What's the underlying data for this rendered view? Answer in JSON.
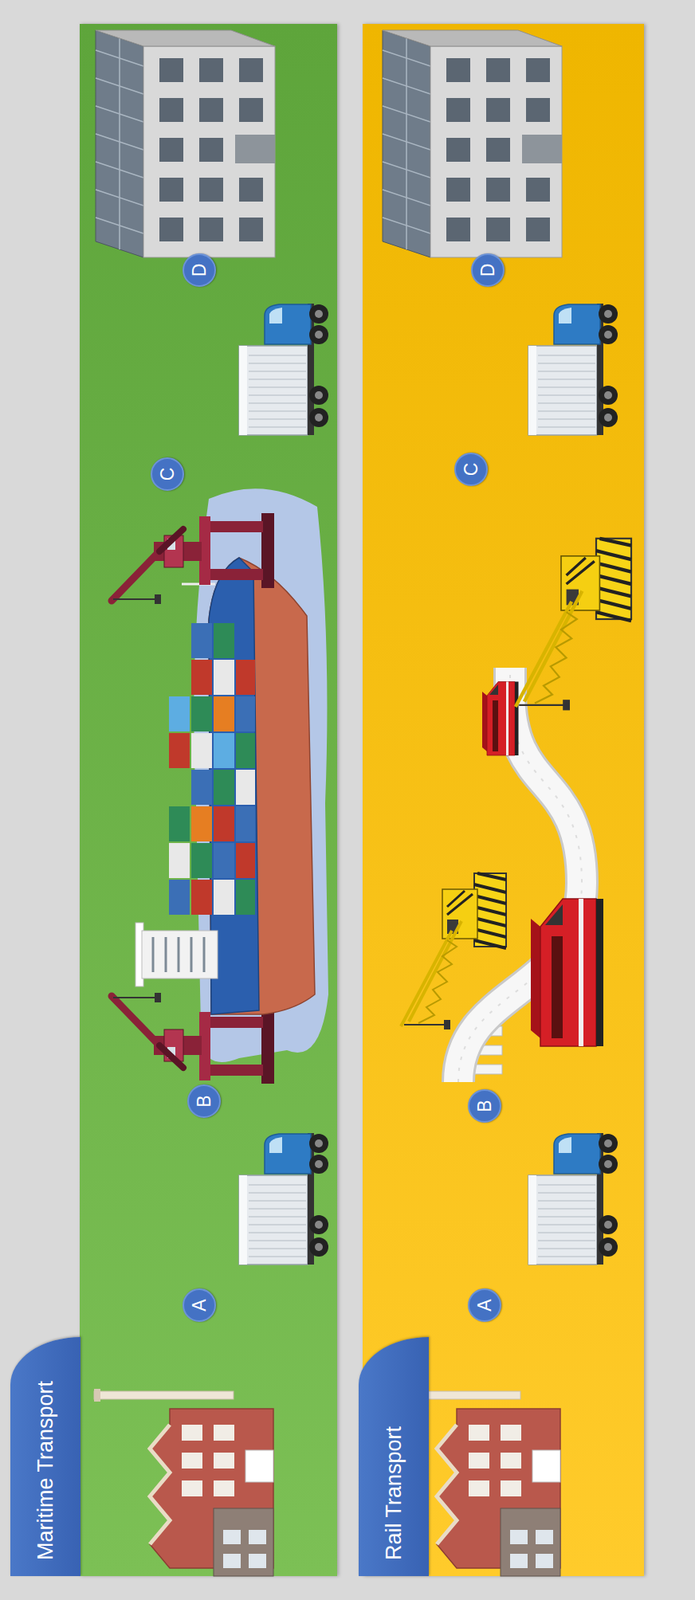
{
  "diagram": {
    "nodes": [
      {
        "text": [
          "Maritime Transport"
        ]
      },
      {
        "text": [
          "A"
        ],
        "in": 0
      },
      {
        "text": [
          "B"
        ],
        "in": 0
      },
      {
        "text": [
          "C"
        ],
        "in": 0
      },
      {
        "text": [
          "D"
        ],
        "in": 0
      },
      {
        "text": [
          "Rail Transport"
        ]
      },
      {
        "text": [
          "A"
        ],
        "in": 5
      },
      {
        "text": [
          "B"
        ],
        "in": 5
      },
      {
        "text": [
          "C"
        ],
        "in": 5
      },
      {
        "text": [
          "D"
        ],
        "in": 5
      }
    ]
  }
}
